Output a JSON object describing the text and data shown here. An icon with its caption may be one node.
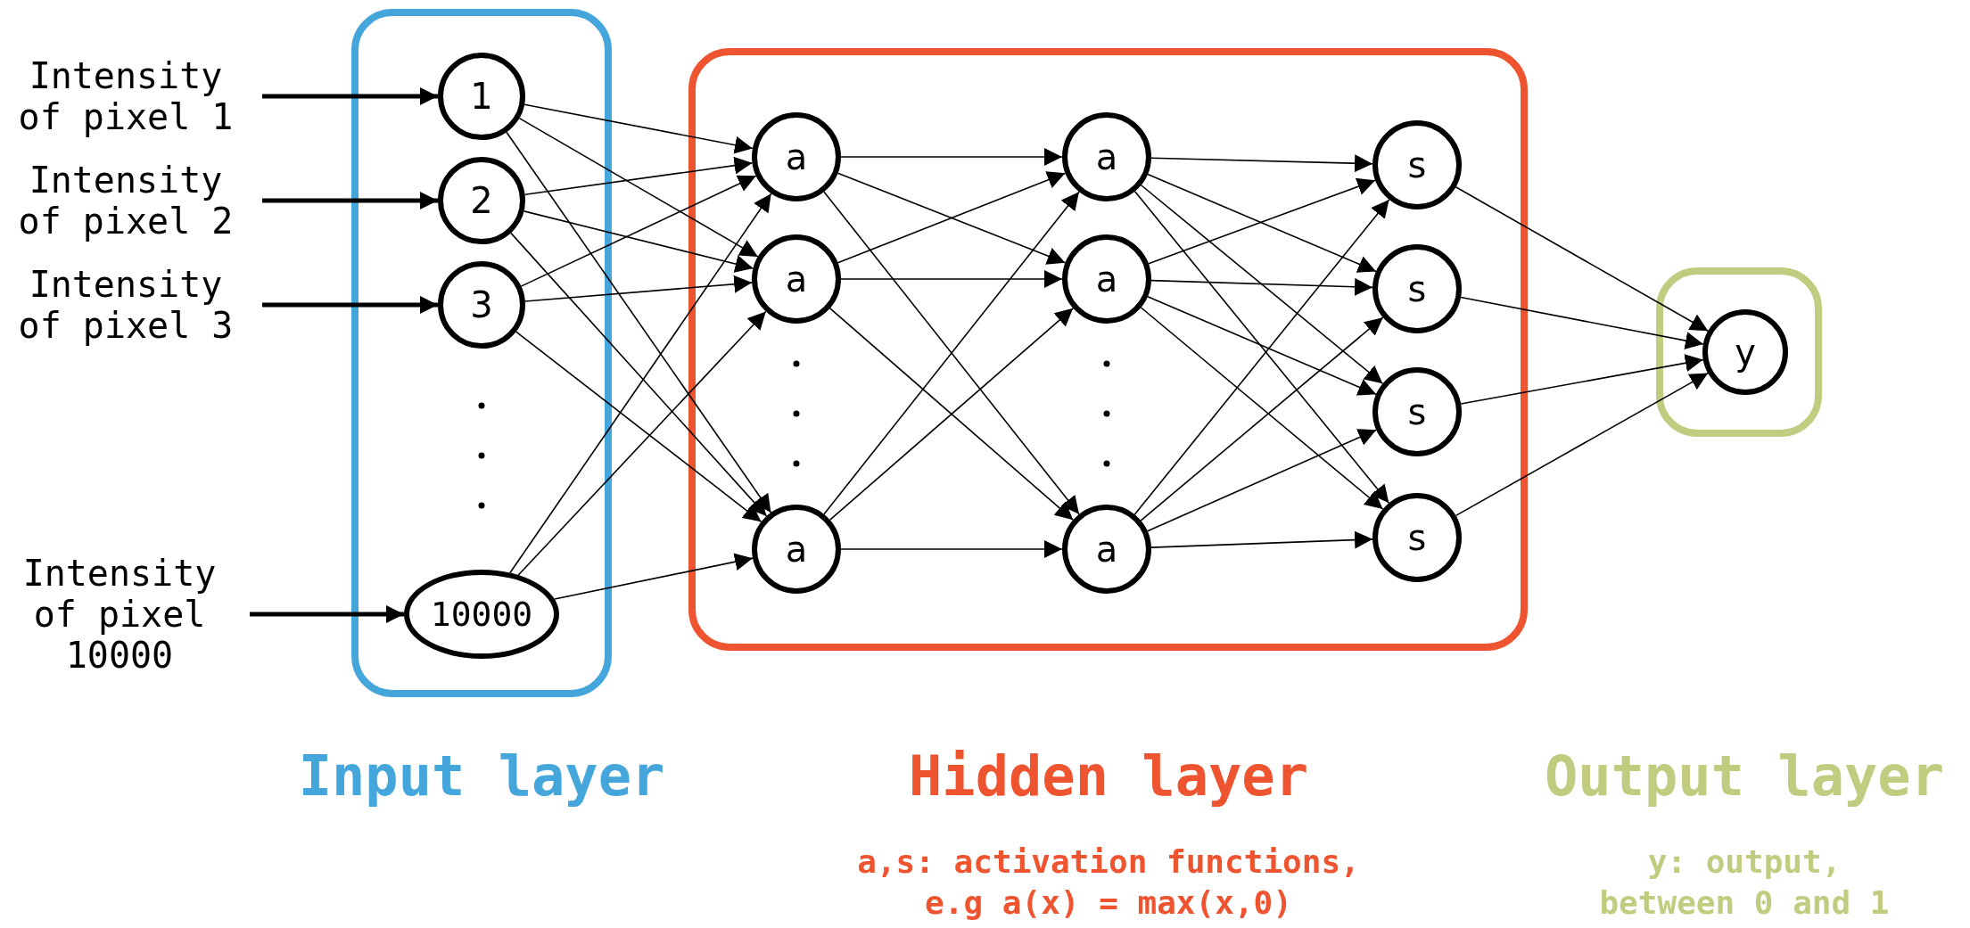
{
  "diagram": {
    "nodes": [
      {
        "text": [
          "Intensity of pixel 1"
        ]
      },
      {
        "text": [
          "Intensity of pixel 2"
        ]
      },
      {
        "text": [
          "Intensity of pixel 3"
        ]
      },
      {
        "text": [
          "Intensity of pixel 10000"
        ]
      },
      {
        "text": [],
        "shape": "box"
      },
      {
        "text": [
          "1"
        ],
        "in": 4
      },
      {
        "text": [
          "2"
        ],
        "in": 4
      },
      {
        "text": [
          "3"
        ],
        "in": 4
      },
      {
        "text": [
          "10000"
        ],
        "in": 4
      },
      {
        "text": [],
        "shape": "box"
      },
      {
        "text": [
          "a"
        ],
        "in": 9
      },
      {
        "text": [
          "a"
        ],
        "in": 9
      },
      {
        "text": [
          "a"
        ],
        "in": 9
      },
      {
        "text": [
          "a"
        ],
        "in": 9
      },
      {
        "text": [
          "a"
        ],
        "in": 9
      },
      {
        "text": [
          "a"
        ],
        "in": 9
      },
      {
        "text": [
          "s"
        ],
        "in": 9
      },
      {
        "text": [
          "s"
        ],
        "in": 9
      },
      {
        "text": [
          "s"
        ],
        "in": 9
      },
      {
        "text": [
          "s"
        ],
        "in": 9
      },
      {
        "text": [],
        "shape": "box"
      },
      {
        "text": [
          "y"
        ],
        "in": 20
      }
    ],
    "edges": [
      {
        "from": 0,
        "to": 5,
        "arrow": "to",
        "style": "thick"
      },
      {
        "from": 1,
        "to": 6,
        "arrow": "to",
        "style": "thick"
      },
      {
        "from": 2,
        "to": 7,
        "arrow": "to",
        "style": "thick"
      },
      {
        "from": 3,
        "to": 8,
        "arrow": "to",
        "style": "thick"
      },
      {
        "from": 5,
        "to": 10,
        "arrow": "to"
      },
      {
        "from": 5,
        "to": 11,
        "arrow": "to"
      },
      {
        "from": 5,
        "to": 12,
        "arrow": "to"
      },
      {
        "from": 6,
        "to": 10,
        "arrow": "to"
      },
      {
        "from": 6,
        "to": 11,
        "arrow": "to"
      },
      {
        "from": 6,
        "to": 12,
        "arrow": "to"
      },
      {
        "from": 7,
        "to": 10,
        "arrow": "to"
      },
      {
        "from": 7,
        "to": 11,
        "arrow": "to"
      },
      {
        "from": 7,
        "to": 12,
        "arrow": "to"
      },
      {
        "from": 8,
        "to": 10,
        "arrow": "to"
      },
      {
        "from": 8,
        "to": 11,
        "arrow": "to"
      },
      {
        "from": 8,
        "to": 12,
        "arrow": "to"
      },
      {
        "from": 10,
        "to": 13,
        "arrow": "to"
      },
      {
        "from": 10,
        "to": 14,
        "arrow": "to"
      },
      {
        "from": 10,
        "to": 15,
        "arrow": "to"
      },
      {
        "from": 11,
        "to": 13,
        "arrow": "to"
      },
      {
        "from": 11,
        "to": 14,
        "arrow": "to"
      },
      {
        "from": 11,
        "to": 15,
        "arrow": "to"
      },
      {
        "from": 12,
        "to": 13,
        "arrow": "to"
      },
      {
        "from": 12,
        "to": 14,
        "arrow": "to"
      },
      {
        "from": 12,
        "to": 15,
        "arrow": "to"
      },
      {
        "from": 13,
        "to": 16,
        "arrow": "to"
      },
      {
        "from": 13,
        "to": 17,
        "arrow": "to"
      },
      {
        "from": 13,
        "to": 18,
        "arrow": "to"
      },
      {
        "from": 13,
        "to": 19,
        "arrow": "to"
      },
      {
        "from": 14,
        "to": 16,
        "arrow": "to"
      },
      {
        "from": 14,
        "to": 17,
        "arrow": "to"
      },
      {
        "from": 14,
        "to": 18,
        "arrow": "to"
      },
      {
        "from": 14,
        "to": 19,
        "arrow": "to"
      },
      {
        "from": 15,
        "to": 16,
        "arrow": "to"
      },
      {
        "from": 15,
        "to": 17,
        "arrow": "to"
      },
      {
        "from": 15,
        "to": 18,
        "arrow": "to"
      },
      {
        "from": 15,
        "to": 19,
        "arrow": "to"
      },
      {
        "from": 16,
        "to": 21,
        "arrow": "to"
      },
      {
        "from": 17,
        "to": 21,
        "arrow": "to"
      },
      {
        "from": 18,
        "to": 21,
        "arrow": "to"
      },
      {
        "from": 19,
        "to": 21,
        "arrow": "to"
      }
    ],
    "labels": [
      "Input layer",
      "Hidden layer",
      "Output layer",
      "a,s: activation functions, e.g a(x) = max(x,0)",
      "y: output, between 0 and 1"
    ]
  }
}
